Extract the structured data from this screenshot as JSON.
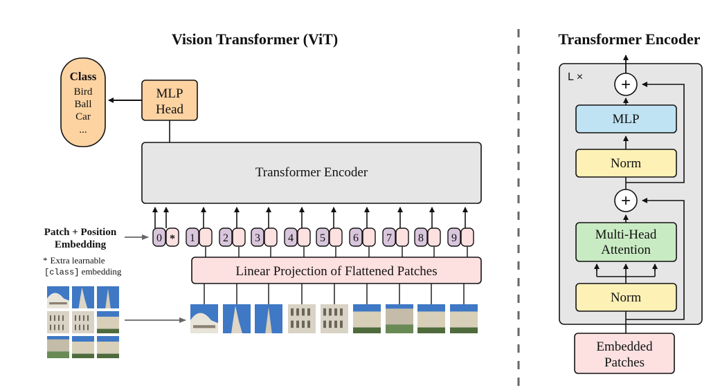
{
  "vit": {
    "title": "Vision Transformer (ViT)",
    "class_box": {
      "heading": "Class",
      "items": [
        "Bird",
        "Ball",
        "Car",
        "..."
      ]
    },
    "mlp_head": [
      "MLP",
      "Head"
    ],
    "encoder_label": "Transformer Encoder",
    "embedding_label": [
      "Patch + Position",
      "Embedding"
    ],
    "note": {
      "star": "*",
      "line1": "Extra learnable",
      "code": "[class]",
      "line2_rest": " embedding"
    },
    "tokens": [
      "0",
      "1",
      "2",
      "3",
      "4",
      "5",
      "6",
      "7",
      "8",
      "9"
    ],
    "class_token_marker": "*",
    "projection_label": "Linear Projection of Flattened Patches"
  },
  "encoder": {
    "title": "Transformer Encoder",
    "repeat_label": "L ×",
    "plus": "+",
    "mlp": "MLP",
    "norm": "Norm",
    "attention": [
      "Multi-Head",
      "Attention"
    ],
    "input": [
      "Embedded",
      "Patches"
    ]
  },
  "colors": {
    "class_fill": "#fcd3a1",
    "mlp_head_fill": "#fcd3a1",
    "encoder_fill": "#e6e6e6",
    "projection_fill": "#fde0e0",
    "token_purple": "#d9c6dc",
    "token_pink": "#fde0e0",
    "mlp_fill": "#bfe3f3",
    "norm_fill": "#fdf1b6",
    "attention_fill": "#c9ebc3",
    "input_fill": "#fde0e0",
    "panel_fill": "#e6e6e6",
    "sky": "#3f78c4"
  }
}
